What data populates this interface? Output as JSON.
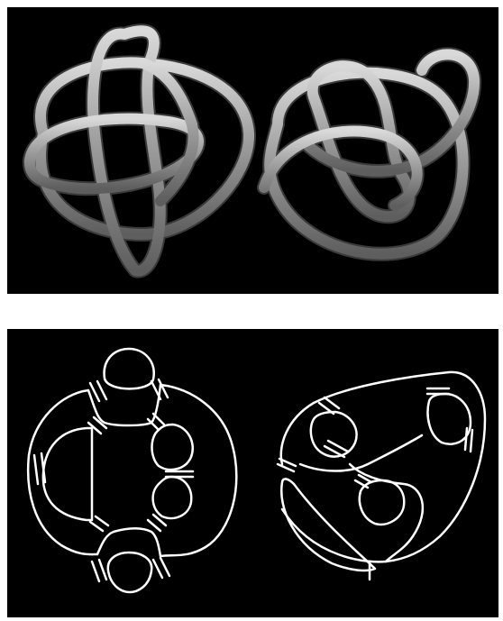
{
  "panels": {
    "top": {
      "background": "#000000",
      "tube_color": "#a6a6a6"
    },
    "bottom": {
      "background": "#000000",
      "line_color": "#ffffff"
    }
  },
  "figures": [
    {
      "id": "rendered-knot-left",
      "kind": "3d-tube"
    },
    {
      "id": "rendered-knot-right",
      "kind": "3d-tube"
    },
    {
      "id": "seifert-diagram-left",
      "kind": "seifert-circles"
    },
    {
      "id": "seifert-diagram-right",
      "kind": "seifert-circles"
    }
  ]
}
